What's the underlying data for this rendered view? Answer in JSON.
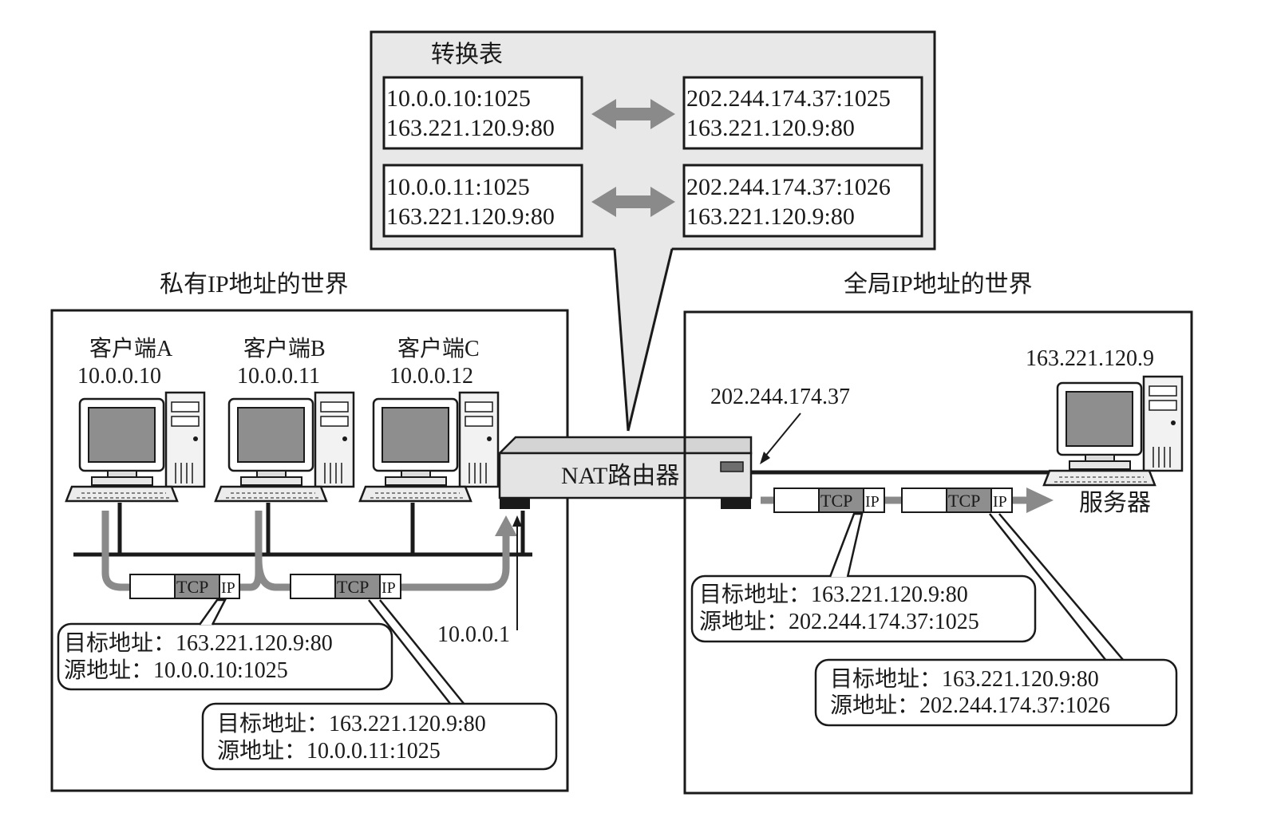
{
  "translation_table": {
    "title": "转换表",
    "rows": [
      {
        "private_ip_port": "10.0.0.10:1025",
        "private_dest": "163.221.120.9:80",
        "global_ip_port": "202.244.174.37:1025",
        "global_dest": "163.221.120.9:80"
      },
      {
        "private_ip_port": "10.0.0.11:1025",
        "private_dest": "163.221.120.9:80",
        "global_ip_port": "202.244.174.37:1026",
        "global_dest": "163.221.120.9:80"
      }
    ]
  },
  "private_world": {
    "title": "私有IP地址的世界",
    "clients": [
      {
        "name": "客户端A",
        "ip": "10.0.0.10"
      },
      {
        "name": "客户端B",
        "ip": "10.0.0.11"
      },
      {
        "name": "客户端C",
        "ip": "10.0.0.12"
      }
    ],
    "router_inner_ip": "10.0.0.1",
    "packet_labels": {
      "tcp": "TCP",
      "ip": "IP"
    },
    "callouts": [
      {
        "dest_label": "目标地址：",
        "dest": "163.221.120.9:80",
        "src_label": "源地址：",
        "src": "10.0.0.10:1025"
      },
      {
        "dest_label": "目标地址：",
        "dest": "163.221.120.9:80",
        "src_label": "源地址：",
        "src": "10.0.0.11:1025"
      }
    ]
  },
  "router": {
    "label": "NAT路由器"
  },
  "global_world": {
    "title": "全局IP地址的世界",
    "router_outer_ip": "202.244.174.37",
    "server_ip": "163.221.120.9",
    "server_label": "服务器",
    "callouts": [
      {
        "dest_label": "目标地址：",
        "dest": "163.221.120.9:80",
        "src_label": "源地址：",
        "src": "202.244.174.37:1025"
      },
      {
        "dest_label": "目标地址：",
        "dest": "163.221.120.9:80",
        "src_label": "源地址：",
        "src": "202.244.174.37:1026"
      }
    ]
  }
}
